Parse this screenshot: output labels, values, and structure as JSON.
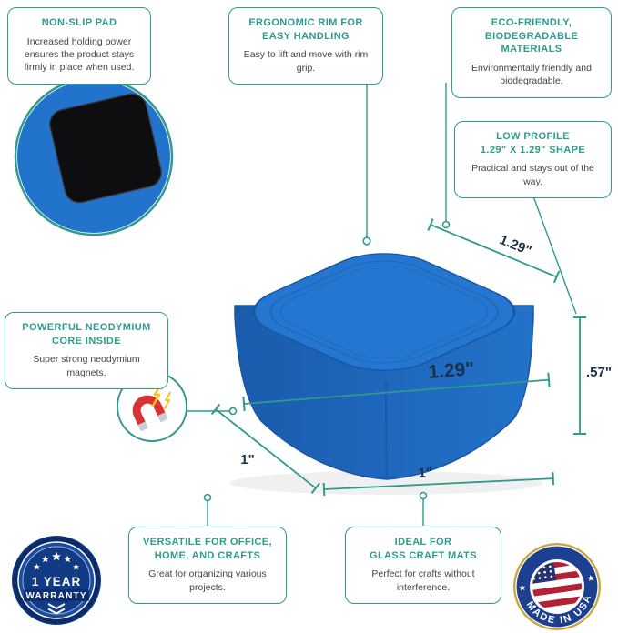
{
  "colors": {
    "accent_teal": "#2E9B8D",
    "product_blue": "#2474CE",
    "dimension_text_navy": "#1C3049",
    "magnet_red": "#D63434",
    "spark_yellow": "#F7C51E",
    "warranty_navy": "#123B86",
    "usa_ring_blue": "#1C3F8F",
    "flag_red": "#B22234",
    "flag_canton_blue": "#27336E"
  },
  "callouts": {
    "non_slip": {
      "title_lines": [
        "NON-SLIP PAD"
      ],
      "body": "Increased holding power ensures the product stays firmly in place when used."
    },
    "ergonomic": {
      "title_lines": [
        "ERGONOMIC RIM FOR",
        "EASY HANDLING"
      ],
      "body": "Easy to lift and move with rim grip."
    },
    "eco": {
      "title_lines": [
        "ECO-FRIENDLY,",
        "BIODEGRADABLE MATERIALS"
      ],
      "body": "Environmentally friendly and biodegradable."
    },
    "low_profile": {
      "title_lines": [
        "LOW PROFILE",
        "1.29\" X 1.29\" SHAPE"
      ],
      "body": "Practical and stays out of the way."
    },
    "neodymium": {
      "title_lines": [
        "POWERFUL NEODYMIUM",
        "CORE INSIDE"
      ],
      "body": "Super strong neodymium magnets."
    },
    "versatile": {
      "title_lines": [
        "VERSATILE FOR OFFICE,",
        "HOME, AND CRAFTS"
      ],
      "body": "Great for organizing various projects."
    },
    "ideal": {
      "title_lines": [
        "IDEAL FOR",
        "GLASS CRAFT MATS"
      ],
      "body": "Perfect for crafts without interference."
    }
  },
  "dimensions": {
    "top_width": "1.29\"",
    "front_width": "1.29\"",
    "height": ".57\"",
    "side_depth": "1\"",
    "bottom_width": "1\""
  },
  "badges": {
    "warranty": {
      "line1": "1 YEAR",
      "line2": "WARRANTY"
    },
    "made_in_usa": "MADE IN USA"
  }
}
